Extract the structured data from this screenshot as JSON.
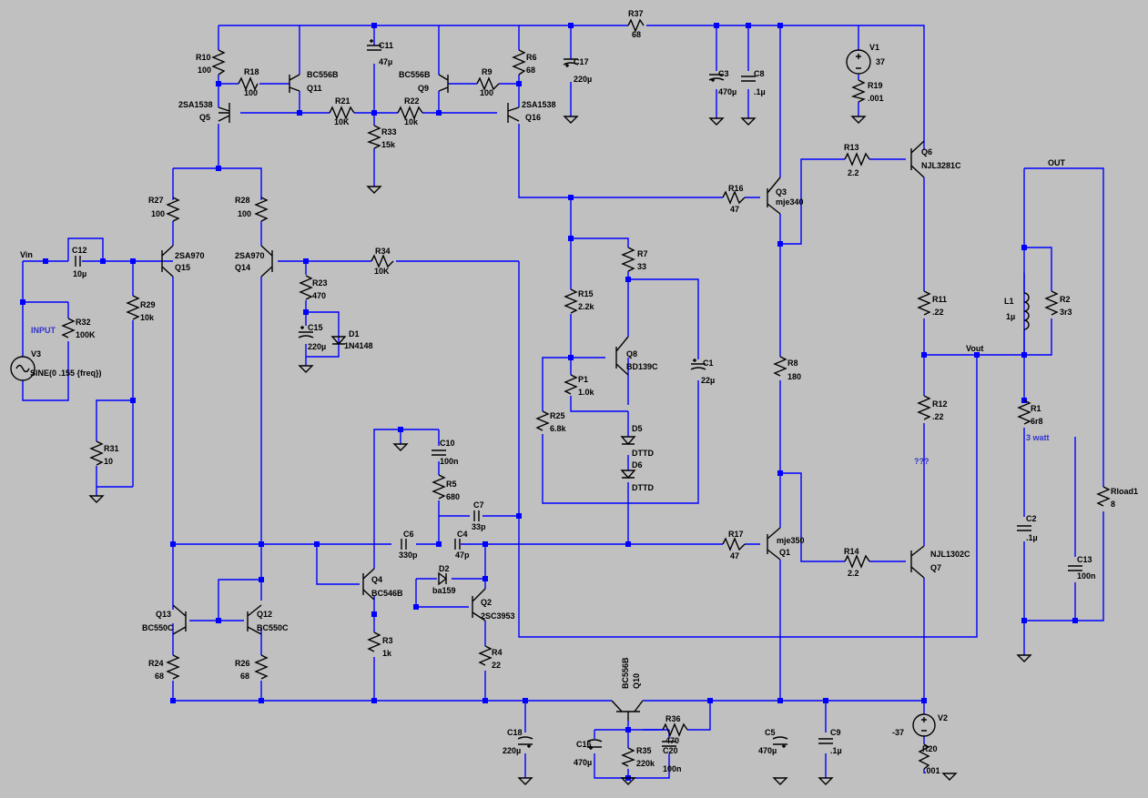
{
  "nets": {
    "vin": "Vin",
    "vout": "Vout",
    "out": "OUT"
  },
  "annotations": {
    "input": "INPUT",
    "three_watt": "3 watt",
    "question": "???"
  },
  "sources": {
    "V1": {
      "ref": "V1",
      "value": "37"
    },
    "V2": {
      "ref": "V2",
      "value": "-37"
    },
    "V3": {
      "ref": "V3",
      "value": "SINE(0 .155 {freq})"
    }
  },
  "resistors": {
    "R1": {
      "ref": "R1",
      "value": "6r8"
    },
    "R2": {
      "ref": "R2",
      "value": "3r3"
    },
    "R3": {
      "ref": "R3",
      "value": "1k"
    },
    "R4": {
      "ref": "R4",
      "value": "22"
    },
    "R5": {
      "ref": "R5",
      "value": "680"
    },
    "R6": {
      "ref": "R6",
      "value": "68"
    },
    "R7": {
      "ref": "R7",
      "value": "33"
    },
    "R8": {
      "ref": "R8",
      "value": "180"
    },
    "R9": {
      "ref": "R9",
      "value": "100"
    },
    "R10": {
      "ref": "R10",
      "value": "100"
    },
    "R11": {
      "ref": "R11",
      "value": ".22"
    },
    "R12": {
      "ref": "R12",
      "value": ".22"
    },
    "R13": {
      "ref": "R13",
      "value": "2.2"
    },
    "R14": {
      "ref": "R14",
      "value": "2.2"
    },
    "R15": {
      "ref": "R15",
      "value": "2.2k"
    },
    "R16": {
      "ref": "R16",
      "value": "47"
    },
    "R17": {
      "ref": "R17",
      "value": "47"
    },
    "R18": {
      "ref": "R18",
      "value": "100"
    },
    "R19": {
      "ref": "R19",
      "value": ".001"
    },
    "R20": {
      "ref": "R20",
      "value": ".001"
    },
    "R21": {
      "ref": "R21",
      "value": "10K"
    },
    "R22": {
      "ref": "R22",
      "value": "10k"
    },
    "R23": {
      "ref": "R23",
      "value": "470"
    },
    "R24": {
      "ref": "R24",
      "value": "68"
    },
    "R25": {
      "ref": "R25",
      "value": "6.8k"
    },
    "R26": {
      "ref": "R26",
      "value": "68"
    },
    "R27": {
      "ref": "R27",
      "value": "100"
    },
    "R28": {
      "ref": "R28",
      "value": "100"
    },
    "R29": {
      "ref": "R29",
      "value": "10k"
    },
    "R31": {
      "ref": "R31",
      "value": "10"
    },
    "R32": {
      "ref": "R32",
      "value": "100K"
    },
    "R33": {
      "ref": "R33",
      "value": "15k"
    },
    "R34": {
      "ref": "R34",
      "value": "10K"
    },
    "R35": {
      "ref": "R35",
      "value": "220k"
    },
    "R36": {
      "ref": "R36",
      "value": "470"
    },
    "R37": {
      "ref": "R37",
      "value": "68"
    },
    "Rload1": {
      "ref": "Rload1",
      "value": "8"
    },
    "P1": {
      "ref": "P1",
      "value": "1.0k"
    }
  },
  "capacitors": {
    "C1": {
      "ref": "C1",
      "value": "22µ"
    },
    "C2": {
      "ref": "C2",
      "value": ".1µ"
    },
    "C3": {
      "ref": "C3",
      "value": "470µ"
    },
    "C4": {
      "ref": "C4",
      "value": "47p"
    },
    "C5": {
      "ref": "C5",
      "value": "470µ"
    },
    "C6": {
      "ref": "C6",
      "value": "330p"
    },
    "C7": {
      "ref": "C7",
      "value": "33p"
    },
    "C8": {
      "ref": "C8",
      "value": ".1µ"
    },
    "C9": {
      "ref": "C9",
      "value": ".1µ"
    },
    "C10": {
      "ref": "C10",
      "value": "100n"
    },
    "C11": {
      "ref": "C11",
      "value": "47µ"
    },
    "C12": {
      "ref": "C12",
      "value": "10µ"
    },
    "C13": {
      "ref": "C13",
      "value": "100n"
    },
    "C15": {
      "ref": "C15",
      "value": "220µ"
    },
    "C16": {
      "ref": "C16",
      "value": "470µ"
    },
    "C17": {
      "ref": "C17",
      "value": "220µ"
    },
    "C18": {
      "ref": "C18",
      "value": "220µ"
    },
    "C20": {
      "ref": "C20",
      "value": "100n"
    }
  },
  "inductors": {
    "L1": {
      "ref": "L1",
      "value": "1µ"
    }
  },
  "diodes": {
    "D1": {
      "ref": "D1",
      "value": "1N4148"
    },
    "D2": {
      "ref": "D2",
      "value": "ba159"
    },
    "D5": {
      "ref": "D5",
      "value": "DTTD"
    },
    "D6": {
      "ref": "D6",
      "value": "DTTD"
    }
  },
  "transistors": {
    "Q1": {
      "ref": "Q1",
      "value": "mje350"
    },
    "Q2": {
      "ref": "Q2",
      "value": "2SC3953"
    },
    "Q3": {
      "ref": "Q3",
      "value": "mje340"
    },
    "Q4": {
      "ref": "Q4",
      "value": "BC546B"
    },
    "Q5": {
      "ref": "Q5",
      "value": "2SA1538"
    },
    "Q6": {
      "ref": "Q6",
      "value": "NJL3281C"
    },
    "Q7": {
      "ref": "Q7",
      "value": "NJL1302C"
    },
    "Q8": {
      "ref": "Q8",
      "value": "BD139C"
    },
    "Q9": {
      "ref": "Q9",
      "value": "BC556B"
    },
    "Q10": {
      "ref": "Q10",
      "value": "BC556B"
    },
    "Q11": {
      "ref": "Q11",
      "value": "BC556B"
    },
    "Q12": {
      "ref": "Q12",
      "value": "BC550C"
    },
    "Q13": {
      "ref": "Q13",
      "value": "BC550C"
    },
    "Q14": {
      "ref": "Q14",
      "value": "2SA970"
    },
    "Q15": {
      "ref": "Q15",
      "value": "2SA970"
    },
    "Q16": {
      "ref": "Q16",
      "value": "2SA1538"
    }
  }
}
